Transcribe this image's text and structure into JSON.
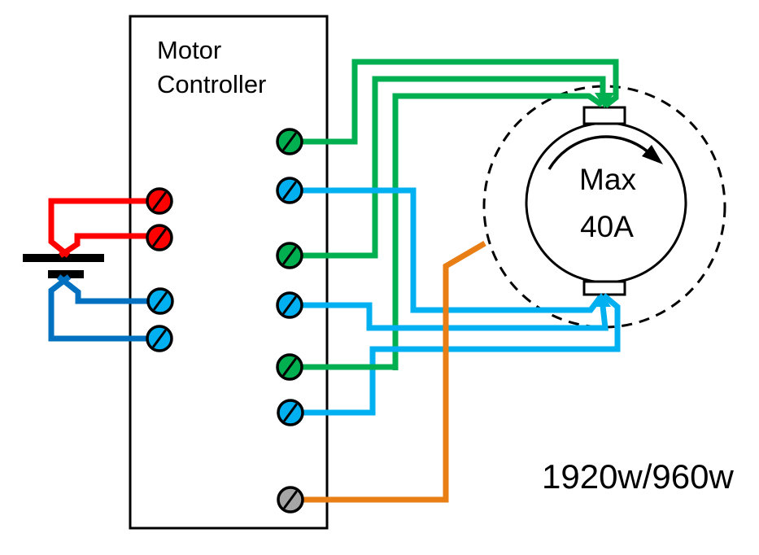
{
  "colors": {
    "wire_green": "#00B050",
    "wire_light_blue": "#00B0F0",
    "wire_dark_blue": "#0070C0",
    "wire_red": "#FF0000",
    "wire_orange": "#E87E14",
    "terminal_gray": "#A6A6A6",
    "line_black": "#000000"
  },
  "controller": {
    "title_line1": "Motor",
    "title_line2": "Controller"
  },
  "motor": {
    "label_line1": "Max",
    "label_line2": "40A",
    "rotation": "clockwise"
  },
  "power_rating": "1920w/960w",
  "terminals": {
    "controller_left": [
      {
        "id": "battery-positive-1",
        "color": "red"
      },
      {
        "id": "battery-positive-2",
        "color": "red"
      },
      {
        "id": "battery-negative-1",
        "color": "light_blue"
      },
      {
        "id": "battery-negative-2",
        "color": "light_blue"
      }
    ],
    "controller_right": [
      {
        "id": "phase-green-1",
        "color": "green"
      },
      {
        "id": "phase-blue-1",
        "color": "light_blue"
      },
      {
        "id": "phase-green-2",
        "color": "green"
      },
      {
        "id": "phase-blue-2",
        "color": "light_blue"
      },
      {
        "id": "phase-green-3",
        "color": "green"
      },
      {
        "id": "phase-blue-3",
        "color": "light_blue"
      },
      {
        "id": "sensor-gray",
        "color": "gray"
      }
    ]
  },
  "connections": [
    {
      "wire": "red x2",
      "from": "battery positive plate",
      "to": "controller left red terminals"
    },
    {
      "wire": "dark blue x2",
      "from": "battery negative plate",
      "to": "controller left blue terminals"
    },
    {
      "wire": "green x3",
      "from": "controller right green terminals",
      "to": "motor top brush (arrow in)"
    },
    {
      "wire": "light blue x3",
      "from": "controller right blue terminals",
      "to": "motor bottom brush (arrow in)"
    },
    {
      "wire": "orange x1",
      "from": "controller gray terminal",
      "to": "motor dashed boundary"
    }
  ]
}
